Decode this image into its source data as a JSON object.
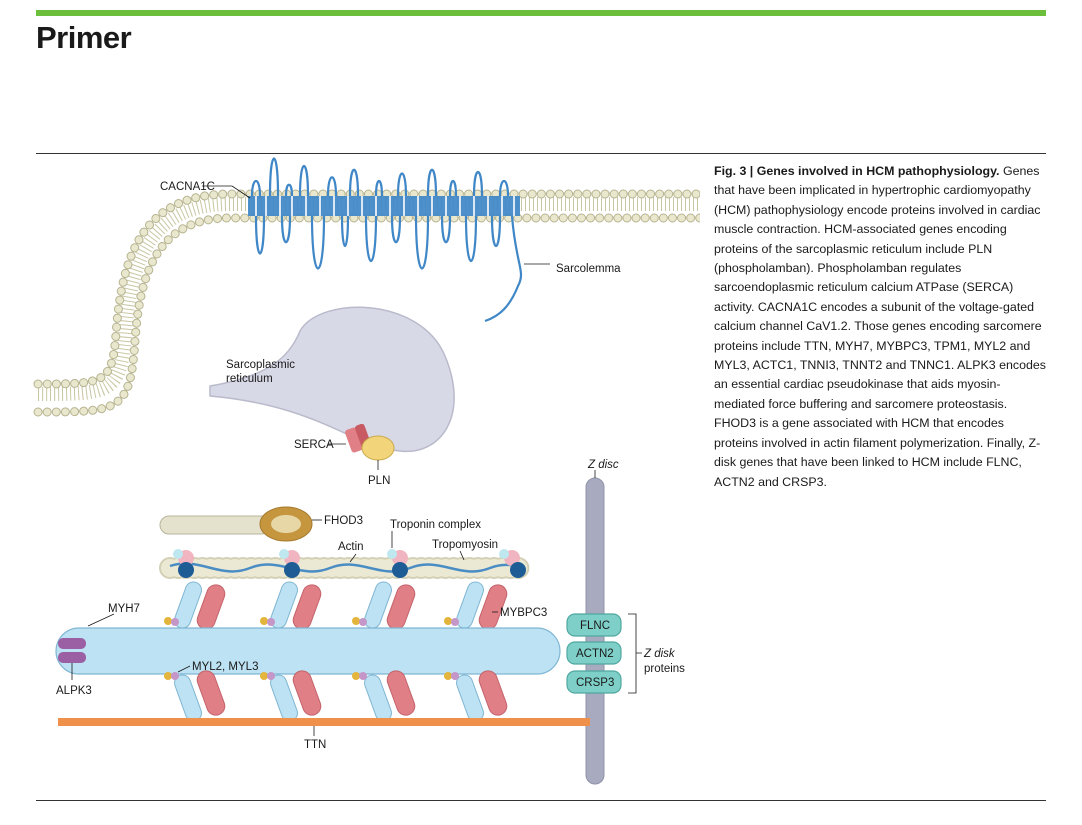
{
  "header": {
    "section": "Primer"
  },
  "figure": {
    "labels": {
      "cacna1c": "CACNA1C",
      "sarcolemma": "Sarcolemma",
      "sr_line1": "Sarcoplasmic",
      "sr_line2": "reticulum",
      "serca": "SERCA",
      "pln": "PLN",
      "zdisc": "Z disc",
      "fhod3": "FHOD3",
      "troponin": "Troponin complex",
      "actin": "Actin",
      "tropomyosin": "Tropomyosin",
      "myh7": "MYH7",
      "mybpc3": "MYBPC3",
      "alpk3": "ALPK3",
      "myl": "MYL2, MYL3",
      "ttn": "TTN",
      "flnc": "FLNC",
      "actn2": "ACTN2",
      "crsp3": "CRSP3",
      "zdisk_line1": "Z disk",
      "zdisk_line2": "proteins"
    },
    "colors": {
      "membrane_head": "#e6e3c4",
      "channel": "#3f87c7",
      "sr": "#d8d9e6",
      "myosin": "#bde2f3",
      "myosin_head_red": "#e07f86",
      "ttn": "#f0914b",
      "zdisc": "#a8abbf",
      "z_proteins": "#7ecfc8",
      "alpk3": "#9b5fa3"
    }
  },
  "caption": {
    "title": "Fig. 3 | Genes involved in HCM pathophysiology.",
    "body": "Genes that have been implicated in hypertrophic cardiomyopathy (HCM) pathophysiology encode proteins involved in cardiac muscle contraction. HCM-associated genes encoding proteins of the sarcoplasmic reticulum include PLN (phospholamban). Phospholamban regulates sarcoendoplasmic reticulum calcium ATPase (SERCA) activity. CACNA1C encodes a subunit of the voltage-gated calcium channel CaV1.2. Those genes encoding sarcomere proteins include TTN, MYH7, MYBPC3, TPM1, MYL2 and MYL3, ACTC1, TNNI3, TNNT2 and TNNC1. ALPK3 encodes an essential cardiac pseudokinase that aids myosin-mediated force buffering and sarcomere proteostasis. FHOD3 is a gene associated with HCM that encodes proteins involved in actin filament polymerization. Finally, Z-disk genes that have been linked to HCM include FLNC, ACTN2 and CRSP3."
  }
}
